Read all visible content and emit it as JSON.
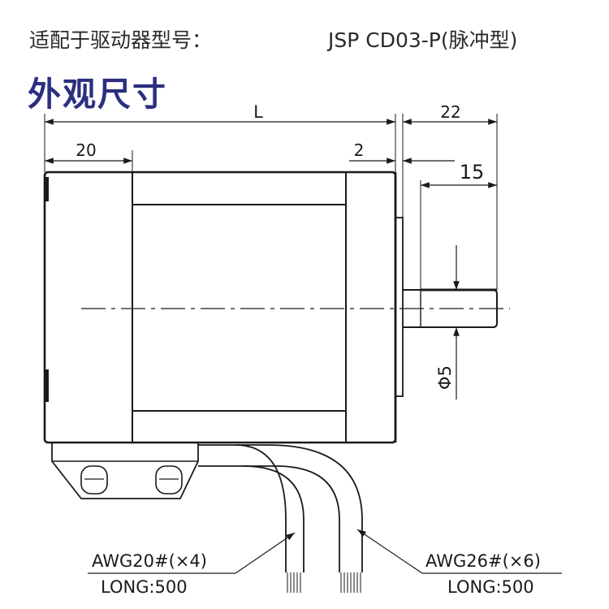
{
  "header": {
    "label": "适配于驱动器型号：",
    "model": "JSP CD03-P(脉冲型)"
  },
  "section_title": "外观尺寸",
  "dimensions": {
    "length": "L",
    "shaft_length": "22",
    "shaft_working_length": "15",
    "rear_cap": "20",
    "flange_step": "2",
    "shaft_diameter": "Φ5"
  },
  "leads": {
    "left": {
      "gauge": "AWG20#(×4)",
      "length": "LONG:500"
    },
    "right": {
      "gauge": "AWG26#(×6)",
      "length": "LONG:500"
    }
  }
}
